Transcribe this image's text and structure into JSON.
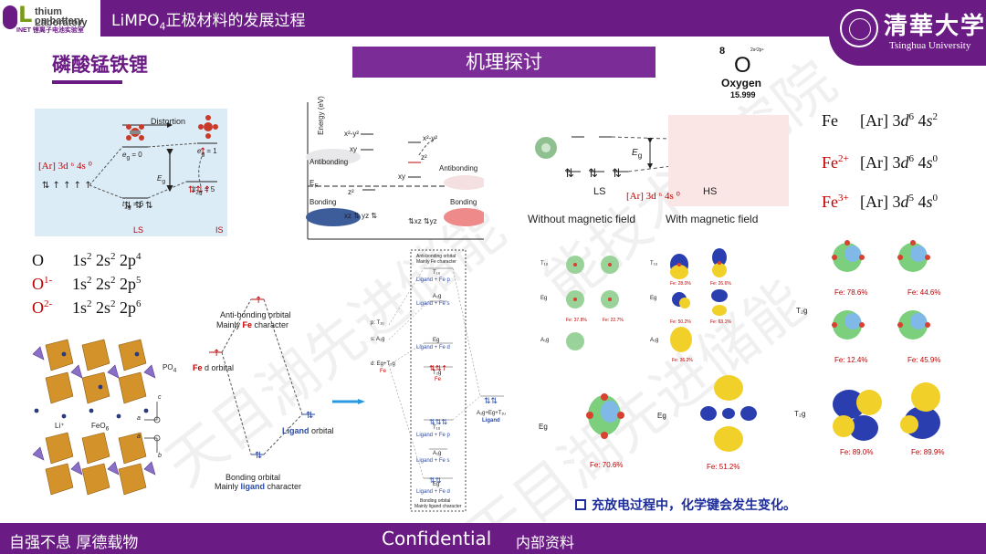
{
  "header": {
    "logo_line1": "thium Laboratory",
    "logo_line2": "on battery",
    "logo_line3": "INET 锂离子电池实验室",
    "title_main": "LiMPO",
    "title_sub": "4",
    "title_rest": "正极材料的发展过程",
    "university_cn": "清華大学",
    "university_en": "Tsinghua University"
  },
  "subtitle": "磷酸锰铁锂",
  "mechanism_title": "机理探讨",
  "oxygen_tile": {
    "number": "8",
    "config": "2s²2p⁴",
    "symbol": "O",
    "name": "Oxygen",
    "mass": "15.999"
  },
  "fe_configs": [
    {
      "label": "Fe",
      "charge": "",
      "core": "[Ar] 3",
      "d": "d",
      "d_exp": "6",
      "s_pre": "4",
      "s": "s",
      "s_exp": "2",
      "red": false
    },
    {
      "label": "Fe",
      "charge": "2+",
      "core": "[Ar] 3",
      "d": "d",
      "d_exp": "6",
      "s_pre": "4",
      "s": "s",
      "s_exp": "0",
      "red": true
    },
    {
      "label": "Fe",
      "charge": "3+",
      "core": "[Ar] 3",
      "d": "d",
      "d_exp": "5",
      "s_pre": "4",
      "s": "s",
      "s_exp": "0",
      "red": true
    }
  ],
  "o_configs": [
    {
      "label": "O",
      "charge": "",
      "text": "1s",
      "e1": "2",
      "t2": "2s",
      "e2": "2",
      "t3": "2p",
      "e3": "4",
      "red": false
    },
    {
      "label": "O",
      "charge": "1-",
      "text": "1s",
      "e1": "2",
      "t2": "2s",
      "e2": "2",
      "t3": "2p",
      "e3": "5",
      "red": true
    },
    {
      "label": "O",
      "charge": "2-",
      "text": "1s",
      "e1": "2",
      "t2": "2s",
      "e2": "2",
      "t3": "2p",
      "e3": "6",
      "red": true
    }
  ],
  "ls_panel": {
    "distortion": "Distortion",
    "eg0": "e",
    "eg0_sub": "g",
    "eg0_val": " = 0",
    "eg1": "e",
    "eg1_sub": "g",
    "eg1_val": " = 1",
    "t2g6": "t",
    "t2g6_sub": "2g",
    "t2g6_val": " = 6",
    "t2g5": "t",
    "t2g5_sub": "2g",
    "t2g5_val": " = 5",
    "ar": "[Ar] 3d ⁶ 4s ⁰",
    "eg_label": "E",
    "eg_label_sub": "g",
    "ls": "LS",
    "is": "IS"
  },
  "energy_diagram": {
    "y_axis": "Energy (eV)",
    "x2y2_a": "x²-y²",
    "x2y2_b": "x²-y²",
    "xy": "xy",
    "z2_a": "z²",
    "z2_b": "z²",
    "xy_b": "xy",
    "ef": "E",
    "ef_sub": "F",
    "antibonding_l": "Antibonding",
    "antibonding_r": "Antibonding",
    "bonding_l": "Bonding",
    "bonding_r": "Bonding",
    "xz_yz_a": "xz",
    "xz_yz_b": "yz",
    "xz_yz_c": "xz",
    "xz_yz_d": "yz"
  },
  "hs_panel": {
    "ar": "[Ar] 3d ⁶ 4s ⁰",
    "eg": "E",
    "eg_sub": "g",
    "ls": "LS",
    "hs": "HS",
    "without": "Without magnetic field",
    "with": "With magnetic field"
  },
  "mo_diagram": {
    "anti_l1": "Anti-bonding orbital",
    "anti_l2_a": "Mainly ",
    "anti_l2_fe": "Fe",
    "anti_l2_b": " character",
    "fe_d": "Fe",
    "fe_d_rest": " d orbital",
    "ligand": "Ligand",
    "ligand_rest": " orbital",
    "bond_l1": "Bonding orbital",
    "bond_l2_a": "Mainly ",
    "bond_l2_lig": "ligand",
    "bond_l2_b": " character"
  },
  "structure_labels": {
    "po4": "PO",
    "po4_sub": "4",
    "li": "Li⁺",
    "feo6": "FeO",
    "feo6_sub": "6",
    "c": "c",
    "a": "a",
    "b": "b",
    "a2": "a"
  },
  "small_mo": {
    "top1": "Anti-bonding orbital",
    "top2": "Mainly Fe character",
    "t1u_top": "T₁ᵤ",
    "lig_fe_p_top": "Ligand + Fe p",
    "a1g_top": "A₁g",
    "lig_fe_s_top": "Ligand + Fe s",
    "eg_top": "Eg",
    "lig_fe_d_top": "Ligand + Fe d",
    "t2g": "T₂g",
    "fe": "Fe",
    "p_t1u": "p: T₁ᵤ",
    "s_a1g": "s: A₁g",
    "d_eg_t2g": "d: Eg+T₂g",
    "fe_left": "Fe",
    "t1u_bot": "T₁ᵤ",
    "lig_fe_p_bot": "Ligand + Fe p",
    "a1g_bot": "A₁g",
    "lig_fe_s_bot": "Ligand + Fe s",
    "eg_bot": "Eg",
    "lig_fe_d_bot": "Ligand + Fe d",
    "bot1": "Bonding orbital",
    "bot2": "Mainly ligand character",
    "right1": "A₁g+Eg+T₁ᵤ",
    "right2": "Ligand"
  },
  "orbital_grid": {
    "t1u": "T₁ᵤ",
    "eg": "Eg",
    "a1g": "A₁g",
    "t1u_b": "T₁ᵤ",
    "eg_b": "Eg",
    "a1g_b": "A₁g",
    "t2g": "T₂g",
    "pcts": [
      "Fe: 37.8%",
      "Fe: 22.7%",
      "Fe: 28.0%",
      "Fe: 26.6%",
      "Fe: 50.2%",
      "Fe: 63.1%",
      "Fe: 36.2%"
    ],
    "t2g_pcts": [
      "Fe: 78.6%",
      "Fe: 44.6%",
      "Fe: 12.4%",
      "Fe: 45.9%"
    ]
  },
  "bottom_orbitals": {
    "eg1": "Eg",
    "eg2": "Eg",
    "t2g": "T₂g",
    "p1": "Fe: 70.6%",
    "p2": "Fe: 51.2%",
    "p3": "Fe: 89.0%",
    "p4": "Fe: 89.9%"
  },
  "note": "充放电过程中，化学键会发生变化。",
  "footer": {
    "motto": "自强不息 厚德载物",
    "confidential": "Confidential",
    "internal": "内部资料"
  },
  "colors": {
    "purple": "#6a1b84",
    "red": "#c00000",
    "blue": "#1d2d9a"
  }
}
